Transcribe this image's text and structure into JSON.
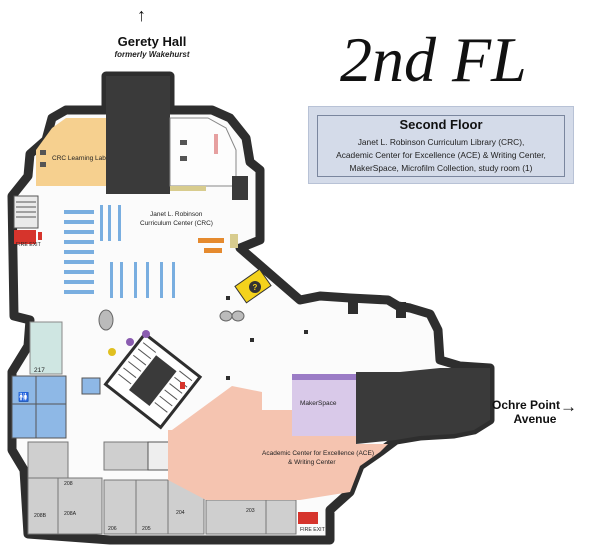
{
  "title": "2nd FL",
  "legend": {
    "heading": "Second Floor",
    "lines": [
      "Janet L. Robinson Curriculum Library (CRC),",
      "Academic Center for Excellence (ACE) & Writing Center,",
      "MakerSpace, Microfilm Collection, study room (1)"
    ]
  },
  "directions": {
    "north": {
      "label": "Gerety Hall",
      "sub": "formerly Wakehurst",
      "arrow": "↑"
    },
    "east": {
      "line1": "Ochre Point",
      "line2": "Avenue",
      "arrow": "→"
    }
  },
  "rooms": {
    "crc_lab": "CRC Learning Lab",
    "crc_center_1": "Janet L. Robinson",
    "crc_center_2": "Curriculum Center (CRC)",
    "makerspace": "MakerSpace",
    "ace_1": "Academic Center for Excellence (ACE)",
    "ace_2": "& Writing Center",
    "r217": "217",
    "r208b": "208B",
    "r208": "208",
    "r208a": "208A",
    "r206": "206",
    "r205": "205",
    "r204": "204",
    "r203": "203",
    "fire_exit": "FIRE EXIT",
    "help": "?"
  },
  "colors": {
    "wall": "#2e2e2e",
    "floor": "#fbfbfb",
    "crc_lab": "#f6d08f",
    "makerspace": "#d9c9e9",
    "ace": "#f5c4b0",
    "rooms_gray": "#cfcfcf",
    "restroom": "#8eb8e6",
    "room_217": "#cfe6e2",
    "shelves": "#79aee0",
    "fire": "#d6342c",
    "help": "#f4d21c"
  }
}
